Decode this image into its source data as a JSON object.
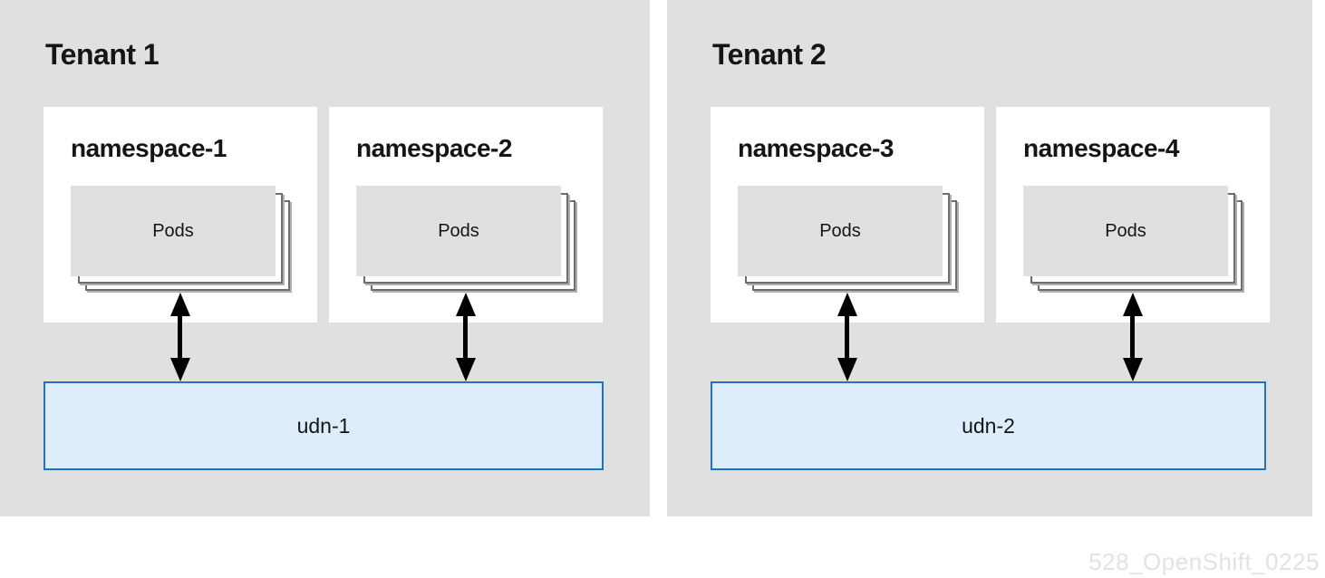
{
  "tenants": [
    {
      "title": "Tenant 1",
      "namespaces": [
        {
          "title": "namespace-1",
          "pods_label": "Pods"
        },
        {
          "title": "namespace-2",
          "pods_label": "Pods"
        }
      ],
      "network": {
        "label": "udn-1"
      }
    },
    {
      "title": "Tenant 2",
      "namespaces": [
        {
          "title": "namespace-3",
          "pods_label": "Pods"
        },
        {
          "title": "namespace-4",
          "pods_label": "Pods"
        }
      ],
      "network": {
        "label": "udn-2"
      }
    }
  ],
  "watermark": "528_OpenShift_0225",
  "colors": {
    "panel_bg": "#e0e0e0",
    "namespace_bg": "#ffffff",
    "pods_bg": "#e0e0e0",
    "stack_outline": "#6e6e6e",
    "udn_fill": "#ddedfc",
    "udn_border": "#1f72c8",
    "arrow": "#000000",
    "text": "#151515",
    "watermark_text": "#e2e2e5"
  }
}
